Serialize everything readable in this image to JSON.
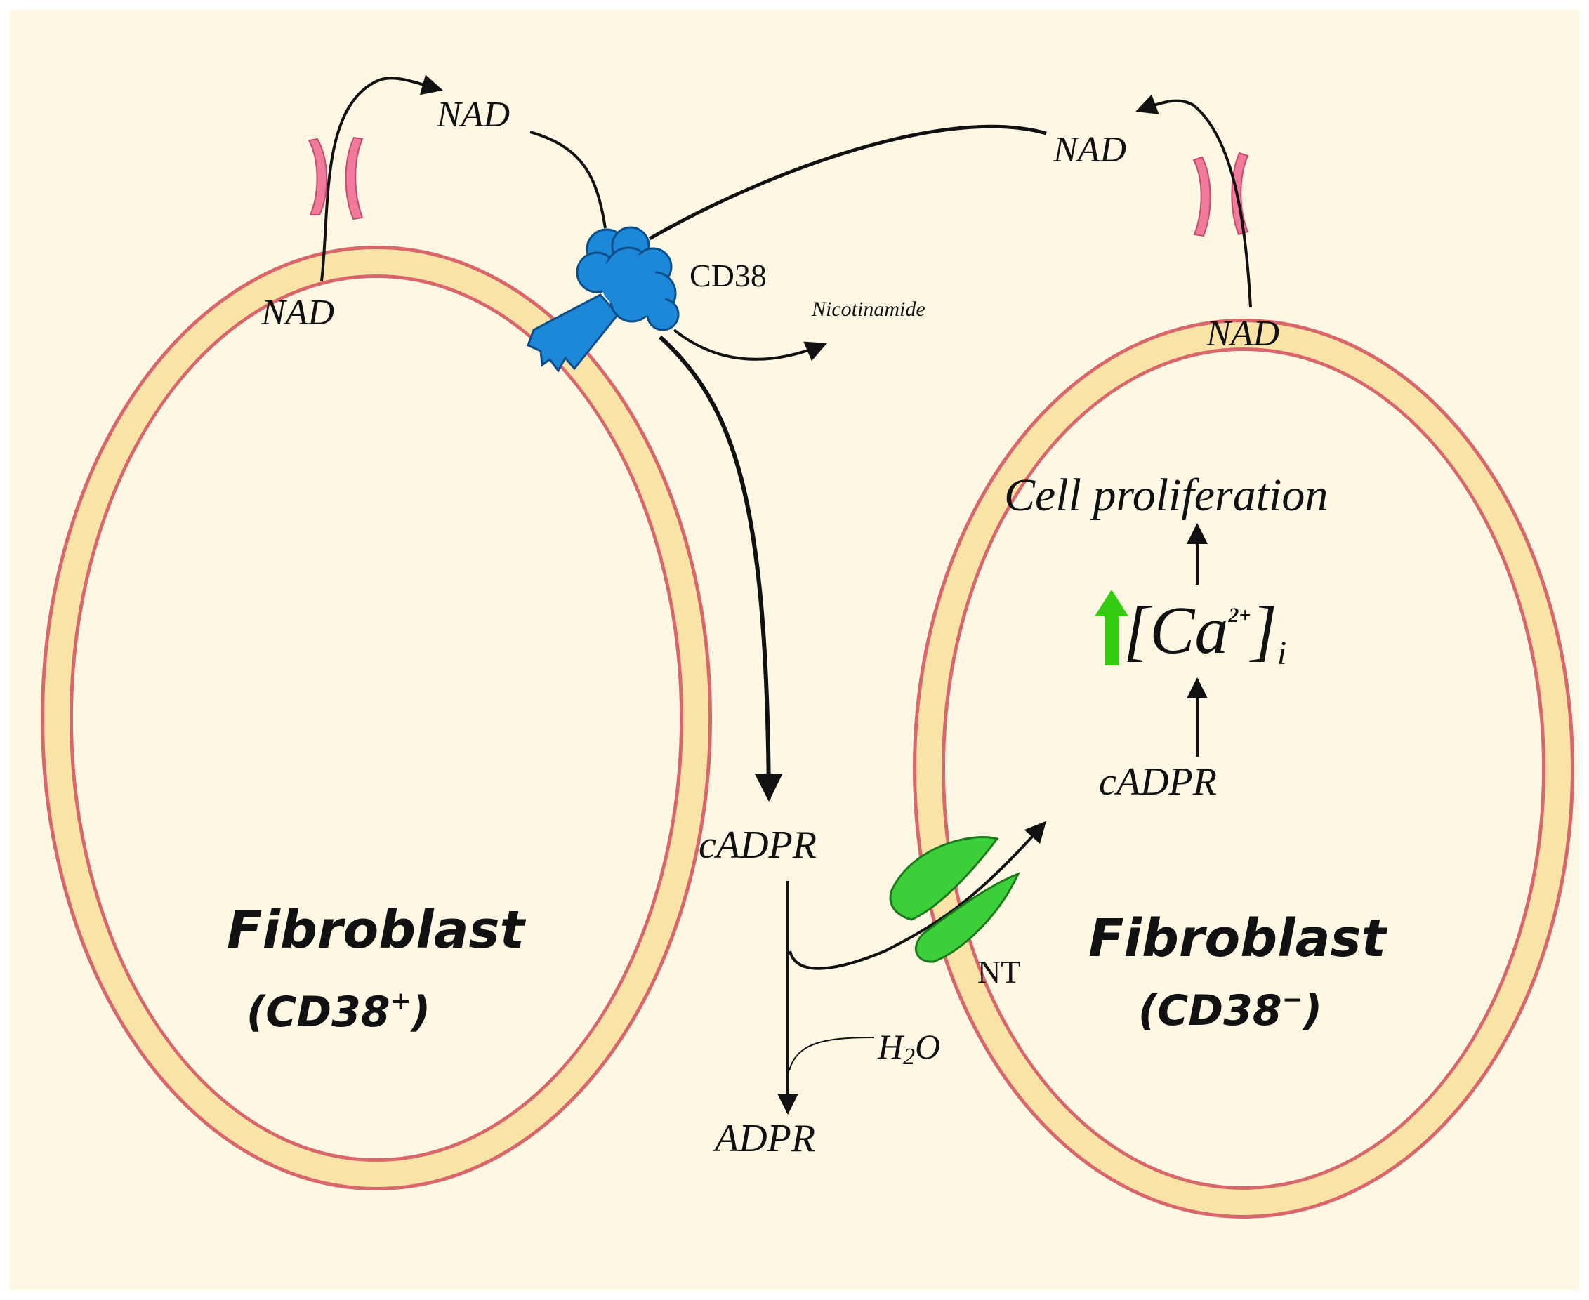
{
  "colors": {
    "background": "#fdf7e3",
    "membrane_inner": "#f9e3a6",
    "membrane_outline": "#d9666b",
    "channel": "#f07a9b",
    "cd38_protein": "#1e88d8",
    "nucleoside_transporter": "#3ccf3a",
    "calcium_up_arrow": "#33cc11",
    "arrow": "#111111"
  },
  "icons": {
    "cd38": "cd38-receptor-icon",
    "transporter": "nucleoside-transporter-icon",
    "channels": "membrane-channel-icon",
    "calcium_increase": "up-arrow-icon"
  },
  "left_cell": {
    "name": "Fibroblast",
    "marker_prefix": "(CD38",
    "marker_sign": "+",
    "marker_suffix": ")",
    "nad_inside": "NAD",
    "nad_outside": "NAD"
  },
  "right_cell": {
    "name": "Fibroblast",
    "marker_prefix": "(CD38",
    "marker_sign": "−",
    "marker_suffix": ")",
    "nad_inside": "NAD",
    "nad_outside": "NAD",
    "cadpr": "cADPR",
    "calcium_open": "[Ca",
    "calcium_charge": "2+",
    "calcium_close": "]",
    "calcium_sub": "i",
    "outcome": "Cell proliferation"
  },
  "enzyme": {
    "label": "CD38",
    "product": "Nicotinamide"
  },
  "extracellular": {
    "cadpr": "cADPR",
    "water_main": "H",
    "water_sub": "2",
    "water_end": "O",
    "adpr": "ADPR",
    "transporter_label": "NT"
  }
}
